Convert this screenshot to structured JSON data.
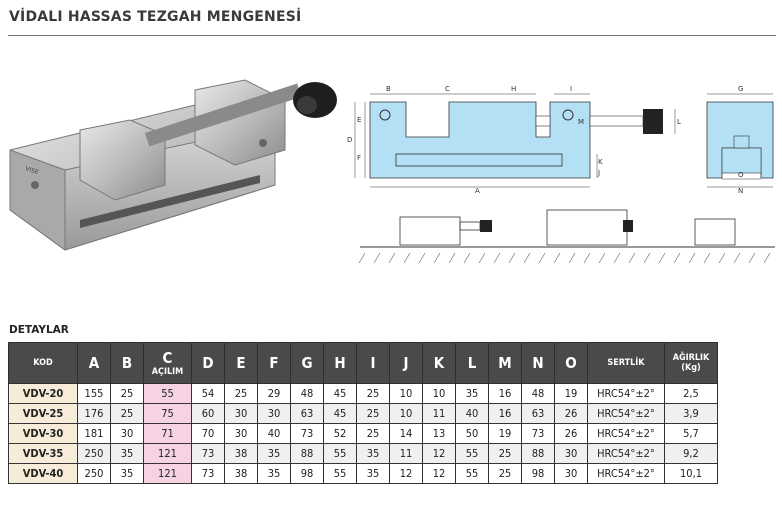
{
  "title": "VİDALI HASSAS TEZGAH MENGENESİ",
  "section_title": "DETAYLAR",
  "photo_engraving": "VISE",
  "diagram_labels": {
    "A": "A",
    "B": "B",
    "C": "C",
    "D": "D",
    "E": "E",
    "F": "F",
    "G": "G",
    "H": "H",
    "I": "I",
    "J": "J",
    "K": "K",
    "L": "L",
    "M": "M",
    "N": "N",
    "O": "O"
  },
  "table": {
    "headers": [
      "KOD",
      "A",
      "B",
      "C",
      "D",
      "E",
      "F",
      "G",
      "H",
      "I",
      "J",
      "K",
      "L",
      "M",
      "N",
      "O",
      "SERTLİK",
      "AĞIRLIK"
    ],
    "c_sub": "AÇILIM",
    "weight_sub": "(Kg)",
    "rows": [
      [
        "VDV-20",
        "155",
        "25",
        "55",
        "54",
        "25",
        "29",
        "48",
        "45",
        "25",
        "10",
        "10",
        "35",
        "16",
        "48",
        "19",
        "HRC54°±2°",
        "2,5"
      ],
      [
        "VDV-25",
        "176",
        "25",
        "75",
        "60",
        "30",
        "30",
        "63",
        "45",
        "25",
        "10",
        "11",
        "40",
        "16",
        "63",
        "26",
        "HRC54°±2°",
        "3,9"
      ],
      [
        "VDV-30",
        "181",
        "30",
        "71",
        "70",
        "30",
        "40",
        "73",
        "52",
        "25",
        "14",
        "13",
        "50",
        "19",
        "73",
        "26",
        "HRC54°±2°",
        "5,7"
      ],
      [
        "VDV-35",
        "250",
        "35",
        "121",
        "73",
        "38",
        "35",
        "88",
        "55",
        "35",
        "11",
        "12",
        "55",
        "25",
        "88",
        "30",
        "HRC54°±2°",
        "9,2"
      ],
      [
        "VDV-40",
        "250",
        "35",
        "121",
        "73",
        "38",
        "35",
        "98",
        "55",
        "35",
        "12",
        "12",
        "55",
        "25",
        "98",
        "30",
        "HRC54°±2°",
        "10,1"
      ]
    ]
  },
  "colors": {
    "diagram_fill": "#b3e0f5",
    "header_bg": "#4a4a4a",
    "kod_bg": "#f7ecda",
    "c_bg": "#f6d3e3"
  }
}
